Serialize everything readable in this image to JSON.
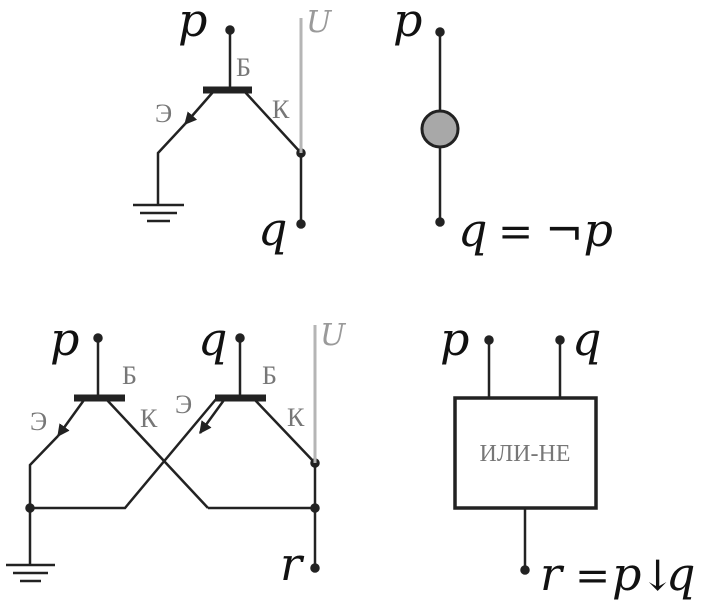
{
  "colors": {
    "wire": "#222222",
    "supply": "#b5b5b5",
    "label_gray": "#777777",
    "lamp_fill": "#a8a8a8"
  },
  "inverter": {
    "input": "p",
    "output": "q",
    "supply": "U",
    "base": "Б",
    "emitter": "Э",
    "collector": "К"
  },
  "not_symbol": {
    "input": "p",
    "output_lhs": "q",
    "equals": "=",
    "expression": "¬p"
  },
  "nor_circuit": {
    "input_a": "p",
    "input_b": "q",
    "output": "r",
    "supply": "U",
    "t1": {
      "base": "Б",
      "emitter": "Э",
      "collector": "К"
    },
    "t2": {
      "base": "Б",
      "emitter": "Э",
      "collector": "К"
    }
  },
  "nor_gate": {
    "input_a": "p",
    "input_b": "q",
    "label": "ИЛИ-НЕ",
    "output_lhs": "r",
    "equals": "=",
    "expr_left": "p",
    "expr_op": "↓",
    "expr_right": "q"
  }
}
